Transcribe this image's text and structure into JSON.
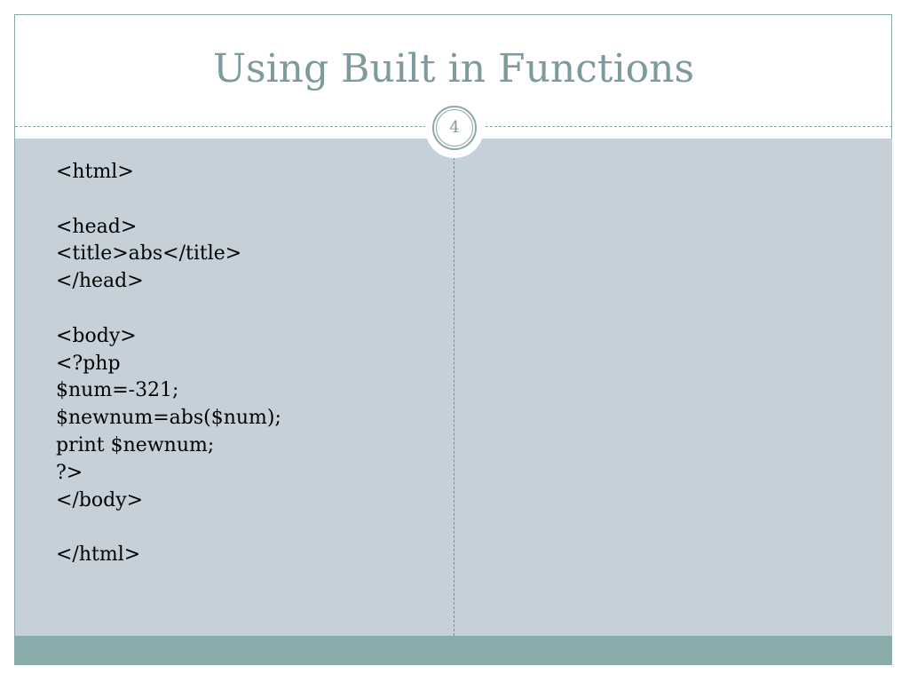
{
  "slide": {
    "title": "Using Built in Functions",
    "page_number": "4",
    "code_lines": [
      "<html>",
      "",
      "<head>",
      "<title>abs</title>",
      "</head>",
      "",
      "<body>",
      "<?php",
      "$num=-321;",
      "$newnum=abs($num);",
      "print $newnum;",
      "?>",
      "</body>",
      "",
      "</html>"
    ]
  },
  "colors": {
    "title": "#7d9a9c",
    "content_background": "#c5d0d8",
    "footer_bar": "#8aacad",
    "frame_border": "#8aa8aa"
  }
}
